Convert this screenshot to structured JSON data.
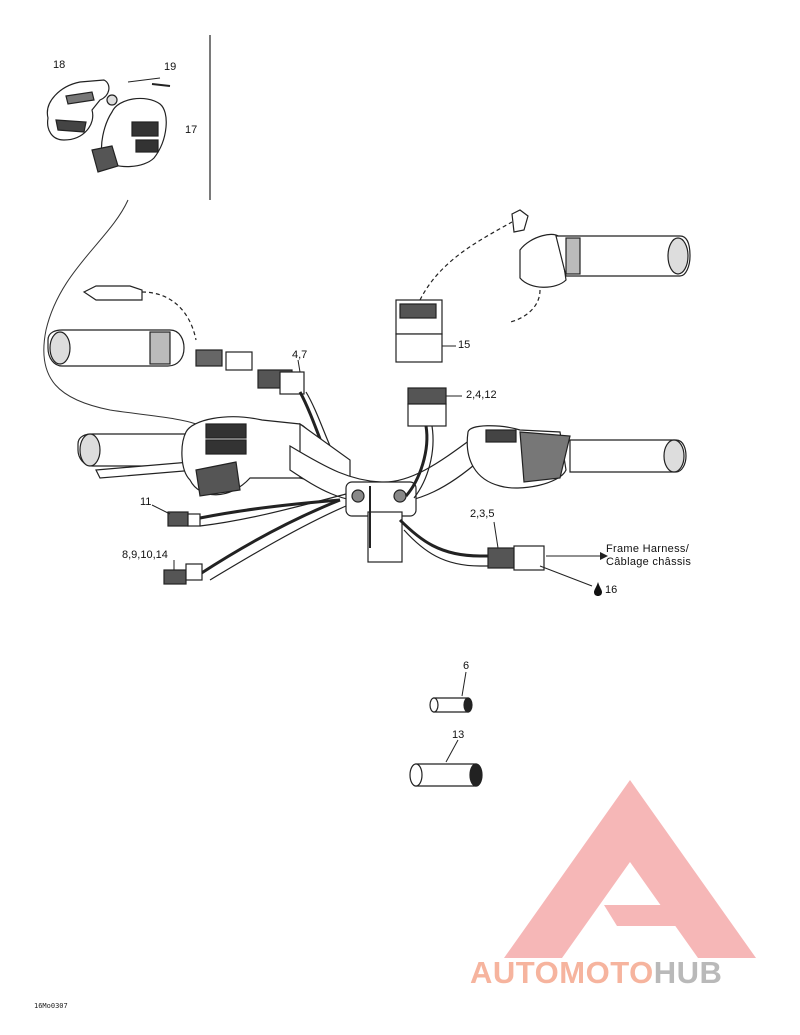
{
  "callouts": {
    "c18": "18",
    "c19": "19",
    "c17": "17",
    "c15": "15",
    "c47": "4,7",
    "c2412": "2,4,12",
    "c11": "11",
    "c235": "2,3,5",
    "c891014": "8,9,10,14",
    "c16": "16",
    "c6": "6",
    "c13": "13"
  },
  "frame_note": {
    "line1": "Frame Harness/",
    "line2": "Câblage châssis"
  },
  "drawing_code": "16Mo0307",
  "watermark": {
    "part1": "AUTO",
    "part2": "MOTO",
    "part3": "HUB",
    "color_red": "#f08c8c",
    "color_grey": "#b9b9b9"
  }
}
